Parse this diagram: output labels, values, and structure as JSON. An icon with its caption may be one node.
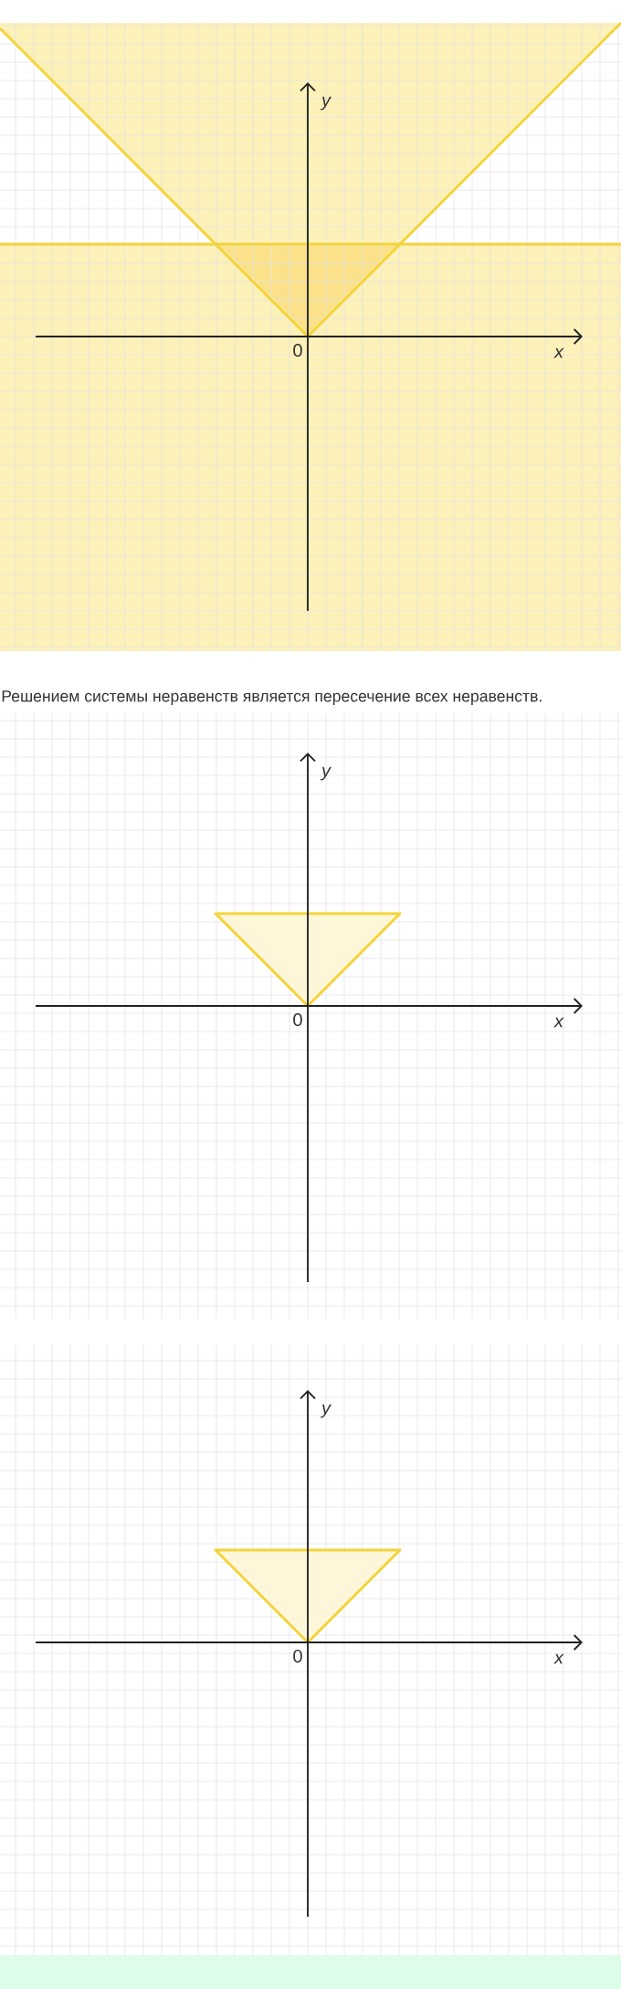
{
  "diagram": {
    "labels": [
      "y",
      "0",
      "x",
      "Решением системы неравенств является пересечение всех неравенств.",
      "y",
      "0",
      "x",
      "y",
      "0",
      "x"
    ]
  }
}
